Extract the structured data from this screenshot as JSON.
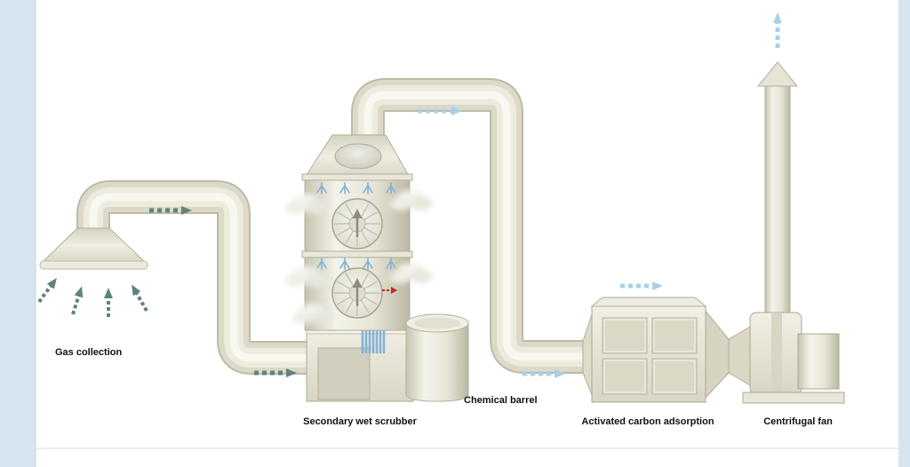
{
  "diagram": {
    "type": "process-flow",
    "labels": {
      "gas_collection": "Gas collection",
      "secondary_wet_scrubber": "Secondary wet scrubber",
      "chemical_barrel": "Chemical barrel",
      "activated_carbon_adsorption": "Activated carbon adsorption",
      "centrifugal_fan": "Centrifugal fan"
    },
    "flow_sequence": [
      "Gas collection",
      "Secondary wet scrubber",
      "Chemical barrel",
      "Activated carbon adsorption",
      "Centrifugal fan"
    ],
    "colors": {
      "equipment_light": "#f4f3ea",
      "equipment_mid": "#e4e2d3",
      "equipment_dark": "#c9c6b2",
      "outline": "#b2af9c",
      "arrow_teal": "#5e827f",
      "arrow_blue": "#a9d0e8",
      "spray_blue": "#7fb2d8",
      "valve_red": "#cc2222",
      "side_panel": "#d7e5f0",
      "background": "#ffffff",
      "label_color": "#111111"
    }
  }
}
